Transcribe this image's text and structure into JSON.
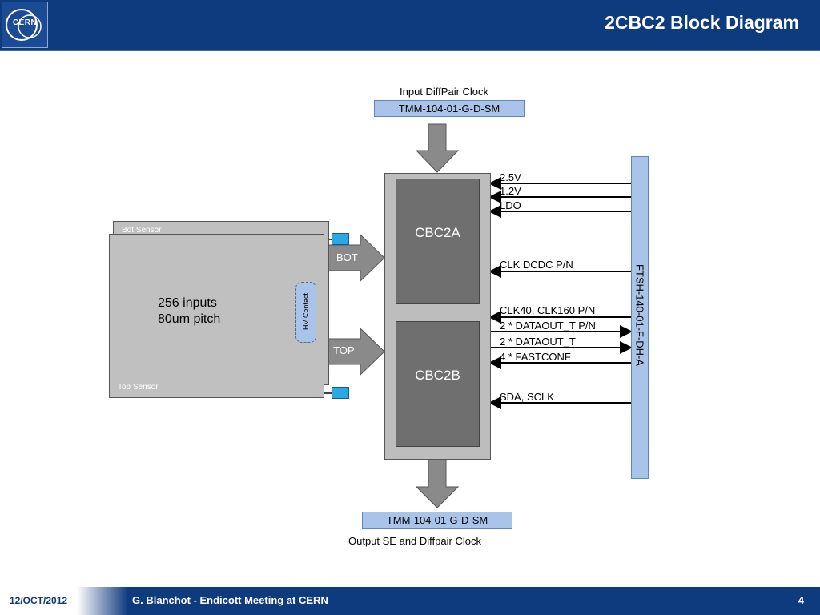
{
  "header": {
    "title": "2CBC2 Block Diagram",
    "logo_text": "CERN"
  },
  "diagram": {
    "input_label": "Input DiffPair Clock",
    "input_connector": "TMM-104-01-G-D-SM",
    "output_connector": "TMM-104-01-G-D-SM",
    "output_label": "Output SE and Diffpair Clock",
    "bot_sensor_label": "Bot Sensor",
    "top_sensor_label": "Top Sensor",
    "sensor_inputs": "256 inputs",
    "sensor_pitch": "80um pitch",
    "hv_contact": "HV Contact",
    "bot_arrow": "BOT",
    "top_arrow": "TOP",
    "chip_a": "CBC2A",
    "chip_b": "CBC2B",
    "ftsh": "FTSH-140-01-F-DH-A",
    "signals": [
      "2.5V",
      "1.2V",
      "LDO",
      "CLK DCDC P/N",
      "CLK40, CLK160 P/N",
      "2 * DATAOUT_T P/N",
      "2 * DATAOUT_T",
      "4 * FASTCONF",
      "SDA, SCLK"
    ]
  },
  "footer": {
    "date": "12/OCT/2012",
    "text": "G. Blanchot - Endicott Meeting at CERN",
    "page": "4"
  }
}
